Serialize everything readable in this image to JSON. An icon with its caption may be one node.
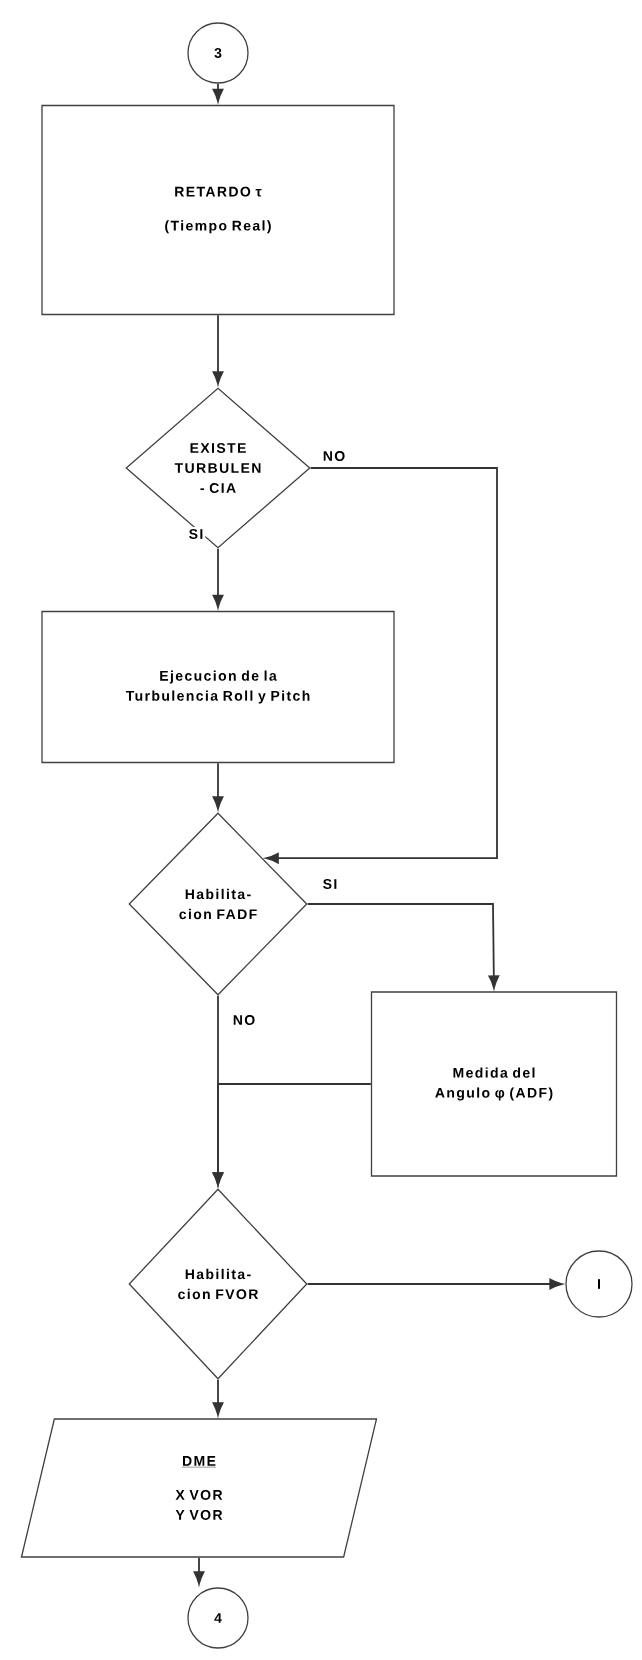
{
  "diagram": {
    "nodes": [
      {
        "text": [
          "3"
        ]
      },
      {
        "text": [
          "RETARDO τ",
          "(Tiempo Real)"
        ]
      },
      {
        "text": [
          "EXISTE TURBULEN - CIA"
        ]
      },
      {
        "text": [
          "Ejecucion de la Turbulencia Roll y Pitch"
        ]
      },
      {
        "text": [
          "Habilita- cion FADF"
        ]
      },
      {
        "text": [
          "Medida del Angulo φ (ADF)"
        ]
      },
      {
        "text": [
          "Habilita- cion FVOR"
        ]
      },
      {
        "text": [
          "I"
        ]
      },
      {
        "text": [
          "DME",
          "X VOR Y VOR"
        ]
      },
      {
        "text": [
          "4"
        ]
      }
    ],
    "edges": [
      {
        "from": 0,
        "to": 1,
        "arrow": "to"
      },
      {
        "from": 1,
        "to": 2,
        "arrow": "to"
      },
      {
        "from": 2,
        "to": 3,
        "arrow": "to",
        "label": "SI"
      },
      {
        "from": 2,
        "to": 4,
        "arrow": "to",
        "label": "NO"
      },
      {
        "from": 3,
        "to": 4,
        "arrow": "to"
      },
      {
        "from": 4,
        "to": 5,
        "arrow": "to",
        "label": "SI"
      },
      {
        "from": 4,
        "to": 6,
        "arrow": "to",
        "label": "NO"
      },
      {
        "from": 5,
        "to": 6,
        "arrow": "to"
      },
      {
        "from": 6,
        "to": 7,
        "arrow": "to"
      },
      {
        "from": 6,
        "to": 8,
        "arrow": "to"
      },
      {
        "from": 8,
        "to": 9,
        "arrow": "to"
      }
    ]
  }
}
